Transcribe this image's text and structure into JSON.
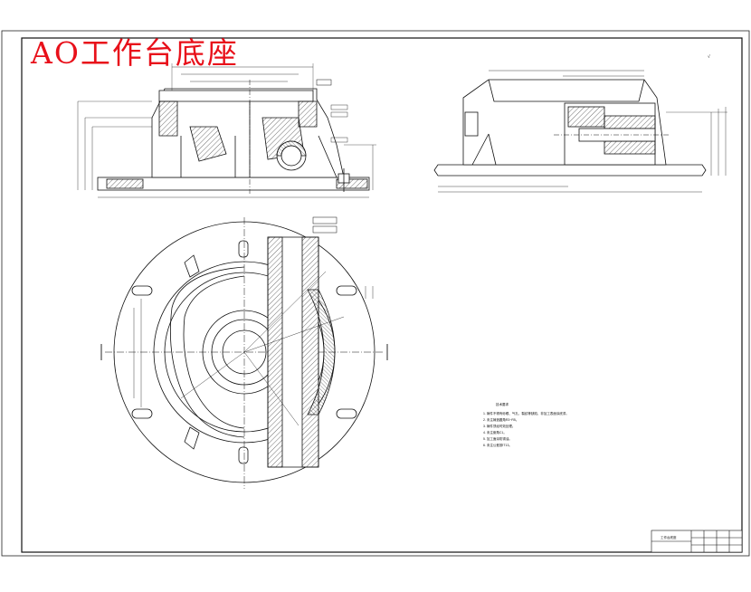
{
  "overlay_title": "AO工作台底座",
  "sheet": {
    "corner_mark_top_right": "√",
    "notes_heading": "技术要求",
    "notes_lines": [
      "1. 铸件不得有砂眼、气孔、裂纹等缺陷，非加工表面涂底漆。",
      "2. 未注铸造圆角R3~R5。",
      "3. 铸件须经时效处理。",
      "4. 未注倒角C1。",
      "5. 加工面涂防锈油。",
      "6. 未注公差按IT13。"
    ],
    "title_block": {
      "part_name": "工作台底座"
    }
  },
  "colors": {
    "overlay_text": "#e8101a",
    "linework": "#111111",
    "hatch": "#333333",
    "background": "#ffffff"
  }
}
